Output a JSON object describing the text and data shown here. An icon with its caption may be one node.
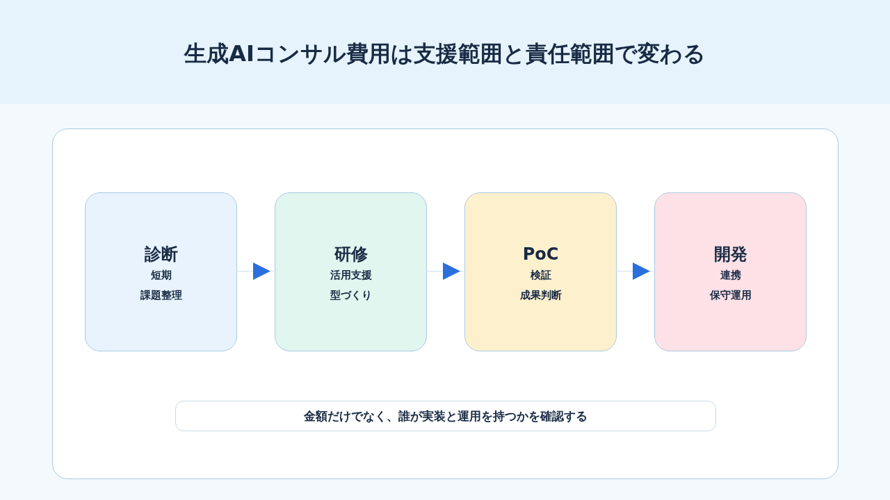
{
  "diagram": {
    "title": "生成AIコンサル費用は支援範囲と責任範囲で変わる",
    "nodes": [
      {
        "text": [],
        "shape": "box"
      },
      {
        "text": [
          "診断",
          "短期",
          "課題整理"
        ],
        "in": 0
      },
      {
        "text": [
          "研修",
          "活用支援",
          "型づくり"
        ],
        "in": 0
      },
      {
        "text": [
          "PoC",
          "検証",
          "成果判断"
        ],
        "in": 0
      },
      {
        "text": [
          "開発",
          "連携",
          "保守運用"
        ],
        "in": 0
      },
      {
        "text": [
          "金額だけでなく、誰が実装と運用を持つかを確認する"
        ],
        "in": 0
      }
    ],
    "edges": [
      {
        "from": 1,
        "to": 2,
        "arrow": "to"
      },
      {
        "from": 2,
        "to": 3,
        "arrow": "to"
      },
      {
        "from": 3,
        "to": 4,
        "arrow": "to"
      }
    ]
  }
}
